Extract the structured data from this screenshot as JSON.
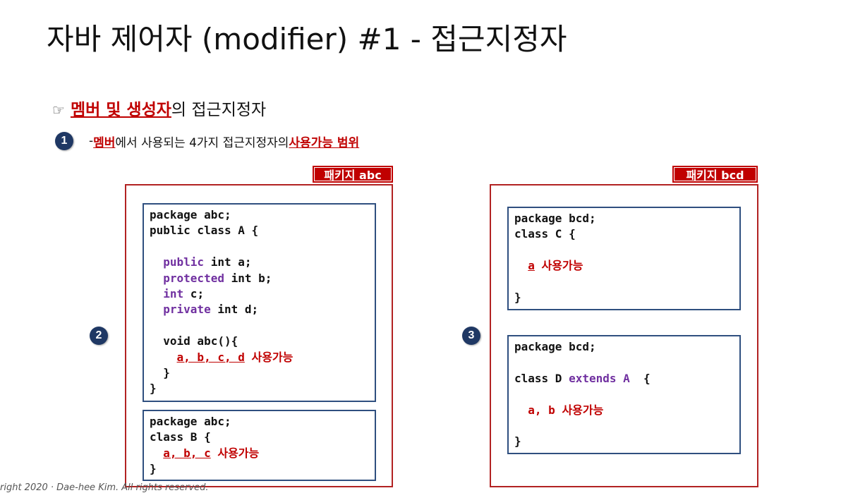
{
  "title": "자바 제어자 (modifier) #1 - 접근지정자",
  "subtitle": {
    "highlight": "멤버 및 생성자",
    "rest": "의 접근지정자"
  },
  "section1": {
    "number": "1",
    "prefix": "- ",
    "highlight1": "멤버",
    "middle": "에서 사용되는 4가지 접근지정자의 ",
    "highlight2": "사용가능 범위"
  },
  "left": {
    "tag": "패키지 abc",
    "marker": "2",
    "classA": {
      "pkg": "package abc;",
      "decl": "public class A {",
      "f1_kw": "public",
      "f1_rest": " int a;",
      "f2_kw": "protected",
      "f2_rest": " int b;",
      "f3_kw": "int",
      "f3_rest": " c;",
      "f4_kw": "private",
      "f4_rest": " int d;",
      "method": "void abc(){",
      "usable_vars": "a, b, c, d",
      "usable_label": "사용가능",
      "close_inner": "}",
      "close": "}"
    },
    "classB": {
      "pkg": "package abc;",
      "decl": "class B {",
      "usable_vars": "a, b, c",
      "usable_label": "사용가능",
      "close": "}"
    }
  },
  "right": {
    "tag": "패키지 bcd",
    "marker": "3",
    "classC": {
      "pkg": "package bcd;",
      "decl": "class C {",
      "usable_vars": "a",
      "usable_label": "사용가능",
      "close": "}"
    },
    "classD": {
      "pkg": "package bcd;",
      "decl_pre": "class D ",
      "decl_kw": "extends A",
      "decl_post": "  {",
      "usable_vars": "a, b",
      "usable_label": "사용가능",
      "close": "}"
    }
  },
  "footer": "right 2020 · Dae-hee Kim. All rights reserved."
}
